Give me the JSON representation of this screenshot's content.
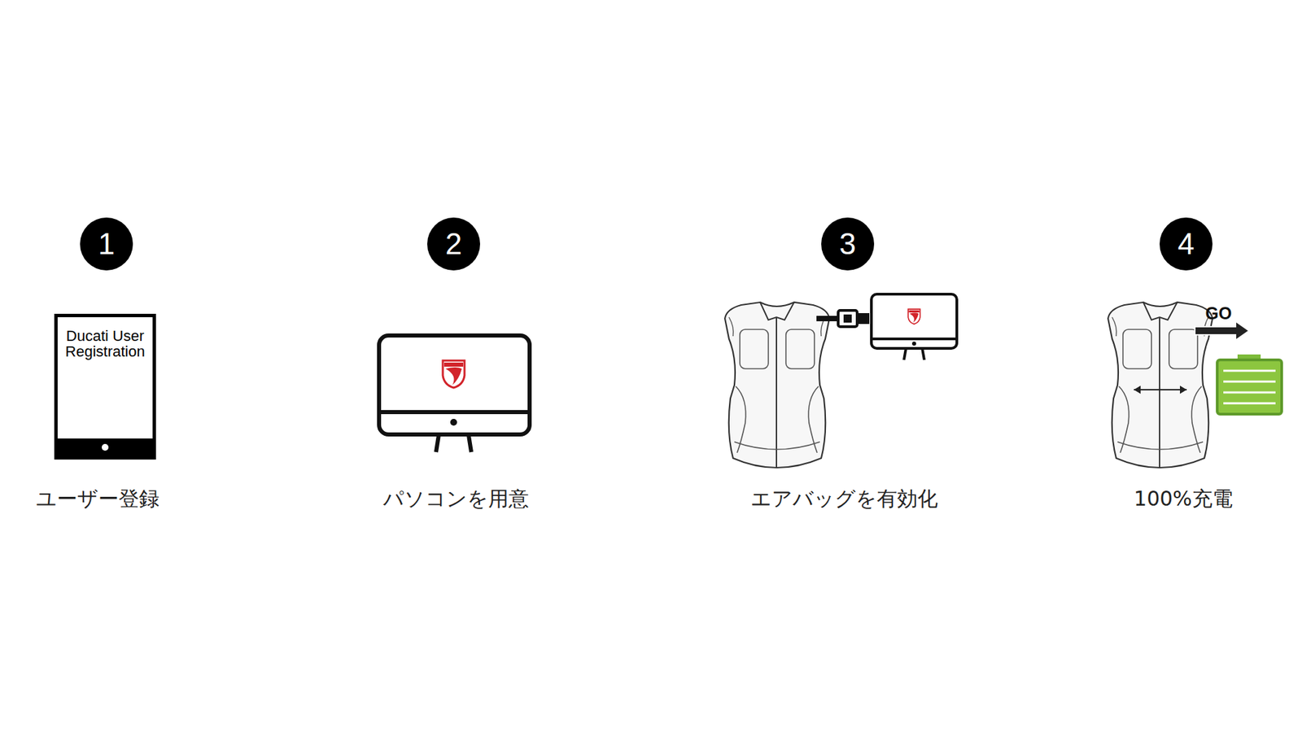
{
  "diagram": {
    "nodes": [
      {
        "text": [
          "1"
        ]
      },
      {
        "text": [
          "Ducati User Registration"
        ]
      },
      {
        "text": [
          "2"
        ]
      },
      {
        "text": [
          "3"
        ]
      },
      {
        "text": [
          "4"
        ]
      }
    ],
    "labels": [
      "ユーザー登録",
      "パソコンを用意",
      "エアバッグを有効化",
      "100%充電",
      "GO"
    ]
  }
}
